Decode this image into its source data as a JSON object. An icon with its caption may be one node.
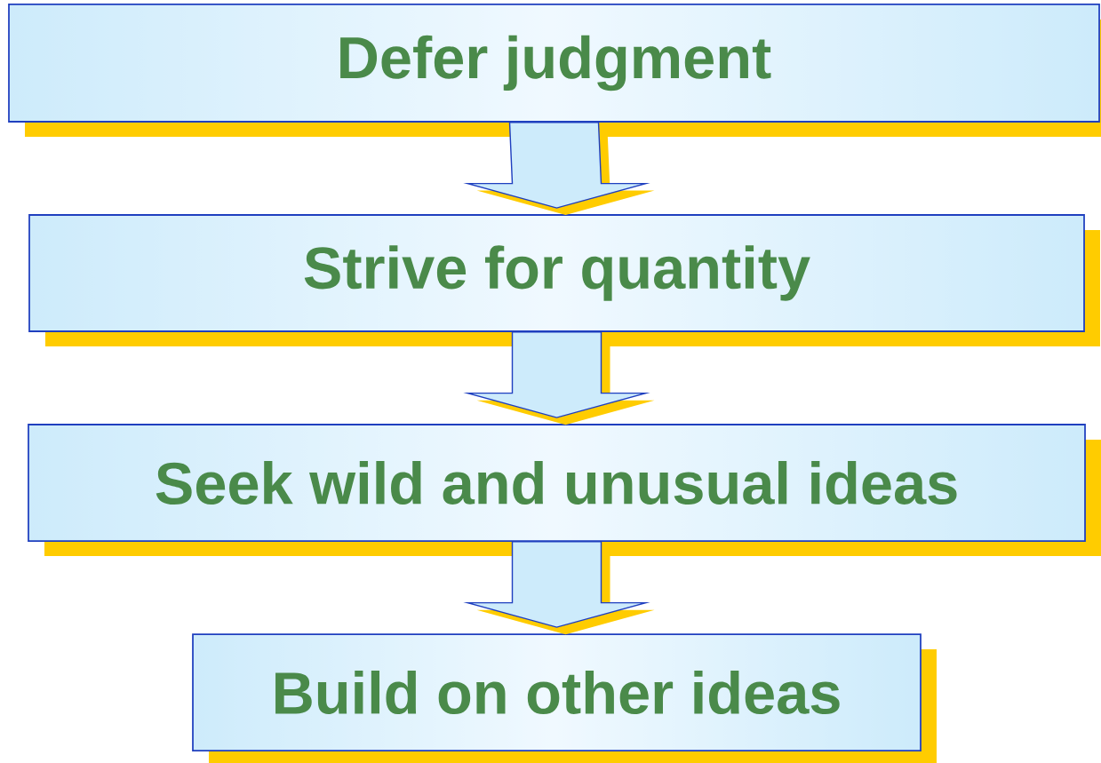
{
  "diagram": {
    "nodes": [
      {
        "text": [
          "Defer judgment"
        ]
      },
      {
        "text": [
          "Strive for quantity"
        ]
      },
      {
        "text": [
          "Seek wild and unusual ideas"
        ]
      },
      {
        "text": [
          "Build on other ideas"
        ]
      }
    ],
    "edges": [
      {
        "from": 0,
        "to": 1,
        "arrow": "to"
      },
      {
        "from": 1,
        "to": 2,
        "arrow": "to"
      },
      {
        "from": 2,
        "to": 3,
        "arrow": "to"
      }
    ]
  }
}
